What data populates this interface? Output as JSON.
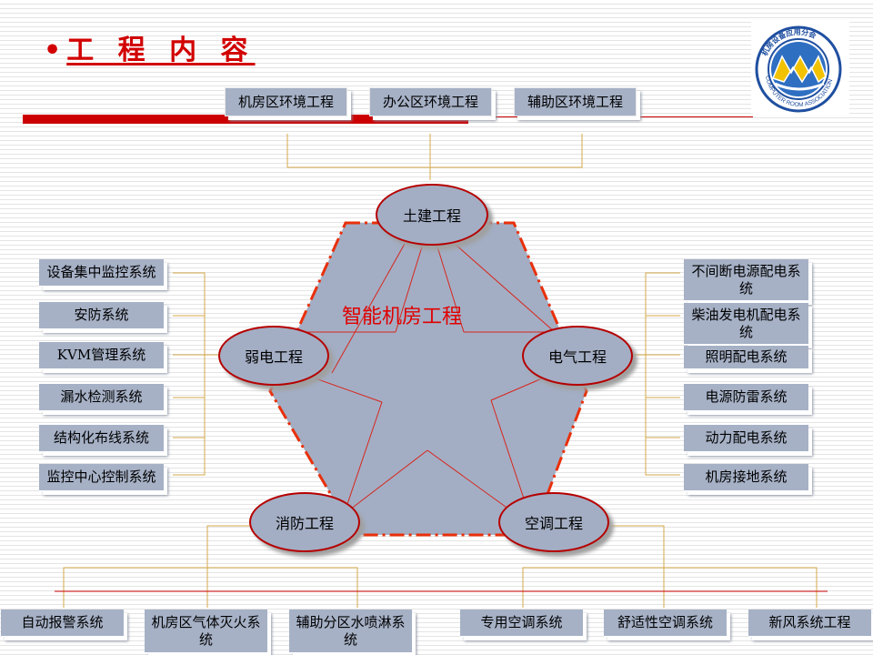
{
  "title": "工 程 内 容",
  "bullet": "•",
  "top_boxes": [
    "机房区环境工程",
    "办公区环境工程",
    "辅助区环境工程"
  ],
  "ovals": {
    "civil": "土建工程",
    "weak": "弱电工程",
    "electric": "电气工程",
    "fire": "消防工程",
    "hvac": "空调工程"
  },
  "center": "智能机房工程",
  "left_boxes": [
    "设备集中监控系统",
    "安防系统",
    "KVM管理系统",
    "漏水检测系统",
    "结构化布线系统",
    "监控中心控制系统"
  ],
  "right_boxes": [
    "不间断电源配电系统",
    "柴油发电机配电系统",
    "照明配电系统",
    "电源防雷系统",
    "动力配电系统",
    "机房接地系统"
  ],
  "bottom_boxes": [
    "自动报警系统",
    "机房区气体灭火系统",
    "辅助分区水喷淋系统",
    "专用空调系统",
    "舒适性空调系统",
    "新风系统工程"
  ],
  "logo": {
    "outer_text": "机房设备应用分会",
    "bottom_text": "COMPUTER ROOM ASSOCIATION"
  },
  "colors": {
    "title": "#d20000",
    "box": "#a6b1c6",
    "connector": "#d4a94a",
    "accent": "#cc0000"
  }
}
